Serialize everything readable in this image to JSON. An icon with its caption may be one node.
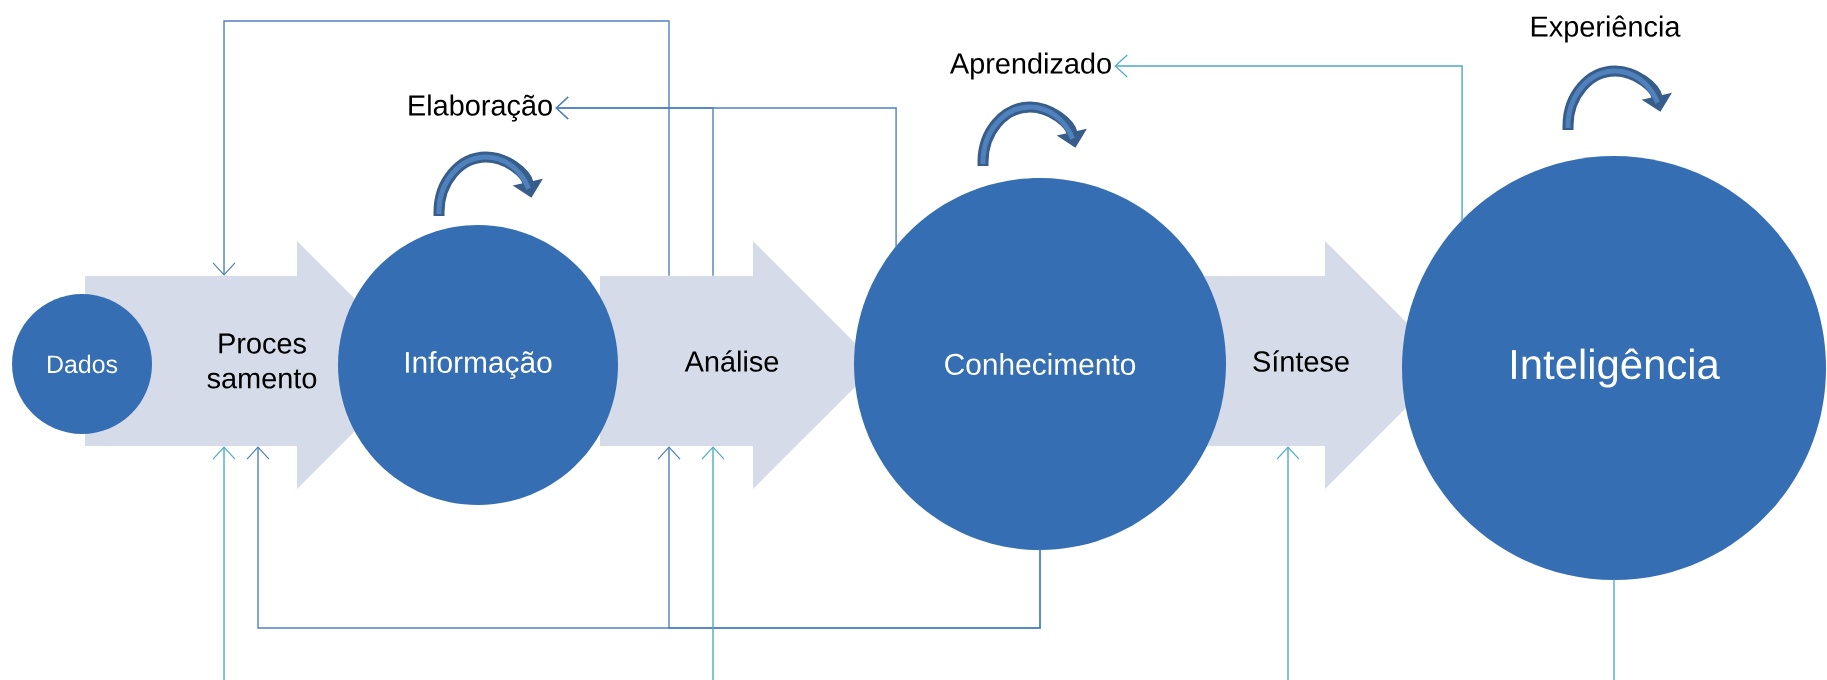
{
  "diagram": {
    "nodes": [
      {
        "text": [
          "Dados"
        ]
      },
      {
        "text": [
          "Proces samento"
        ]
      },
      {
        "text": [
          "Informação"
        ]
      },
      {
        "text": [
          "Análise"
        ]
      },
      {
        "text": [
          "Conhecimento"
        ]
      },
      {
        "text": [
          "Síntese"
        ]
      },
      {
        "text": [
          "Inteligência"
        ]
      },
      {
        "text": [
          "Elaboração"
        ]
      },
      {
        "text": [
          "Aprendizado"
        ]
      }
    ],
    "edges": [
      {
        "from": 3,
        "to": 1,
        "arrow": "to"
      },
      {
        "from": 4,
        "to": 7,
        "arrow": "to"
      },
      {
        "from": 3,
        "to": 7,
        "arrow": "to"
      },
      {
        "from": 6,
        "to": 8,
        "arrow": "to",
        "color": "#4bacc6"
      },
      {
        "from": 4,
        "to": 1,
        "arrow": "to"
      },
      {
        "from": 4,
        "to": 3,
        "arrow": "to"
      },
      {
        "from": null,
        "to": 1,
        "arrow": "to",
        "color": "#4bacc6"
      },
      {
        "from": null,
        "to": 3,
        "arrow": "to",
        "color": "#4bacc6"
      },
      {
        "from": null,
        "to": 5,
        "arrow": "to",
        "color": "#4bacc6"
      },
      {
        "from": 6,
        "to": null,
        "arrow": "none",
        "color": "#4bacc6"
      }
    ],
    "labels": [
      "Experiência"
    ]
  }
}
